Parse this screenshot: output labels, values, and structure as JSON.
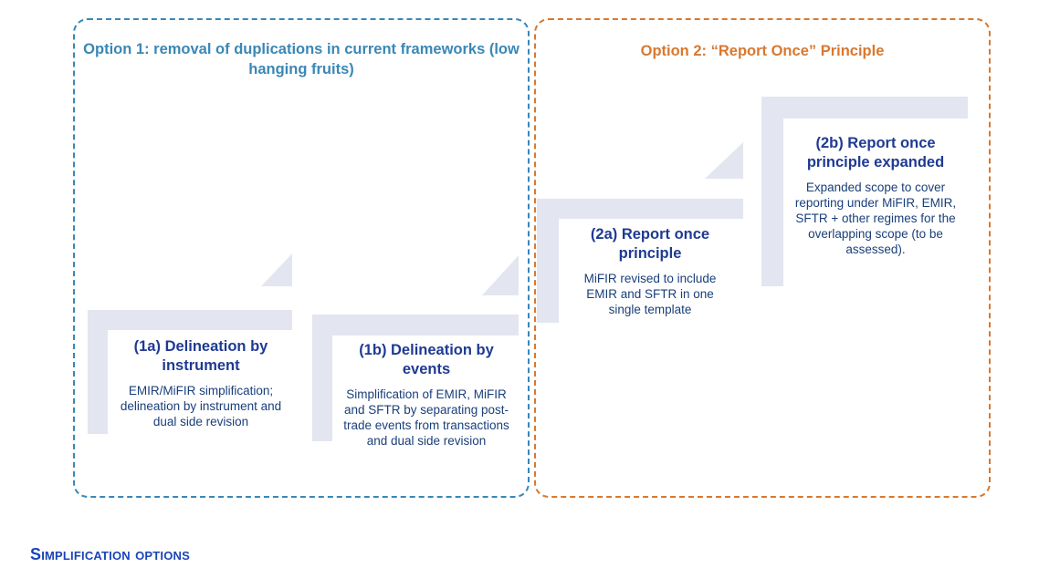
{
  "colors": {
    "option1_accent": "#3a87b6",
    "option2_accent": "#d9782f",
    "step_title": "#1f3a93",
    "step_body": "#1a3f7a",
    "step_shape": "#e3e6f0",
    "caption": "#1a45b8"
  },
  "option1": {
    "title": "Option 1: removal of duplications in current frameworks (low hanging fruits)"
  },
  "option2": {
    "title": "Option 2: “Report Once” Principle"
  },
  "steps": {
    "s1a": {
      "title": "(1a) Delineation by instrument",
      "body": "EMIR/MiFIR simplification; delineation by instrument and dual side revision"
    },
    "s1b": {
      "title": "(1b) Delineation by events",
      "body": "Simplification of EMIR, MiFIR and SFTR by separating post-trade events from transactions and dual side revision"
    },
    "s2a": {
      "title": "(2a) Report once principle",
      "body": "MiFIR revised to include EMIR and SFTR in one single template"
    },
    "s2b": {
      "title": "(2b) Report once principle expanded",
      "body": "Expanded scope to cover reporting under MiFIR, EMIR, SFTR + other regimes for the overlapping scope (to be assessed)."
    }
  },
  "caption": "Simplification options"
}
